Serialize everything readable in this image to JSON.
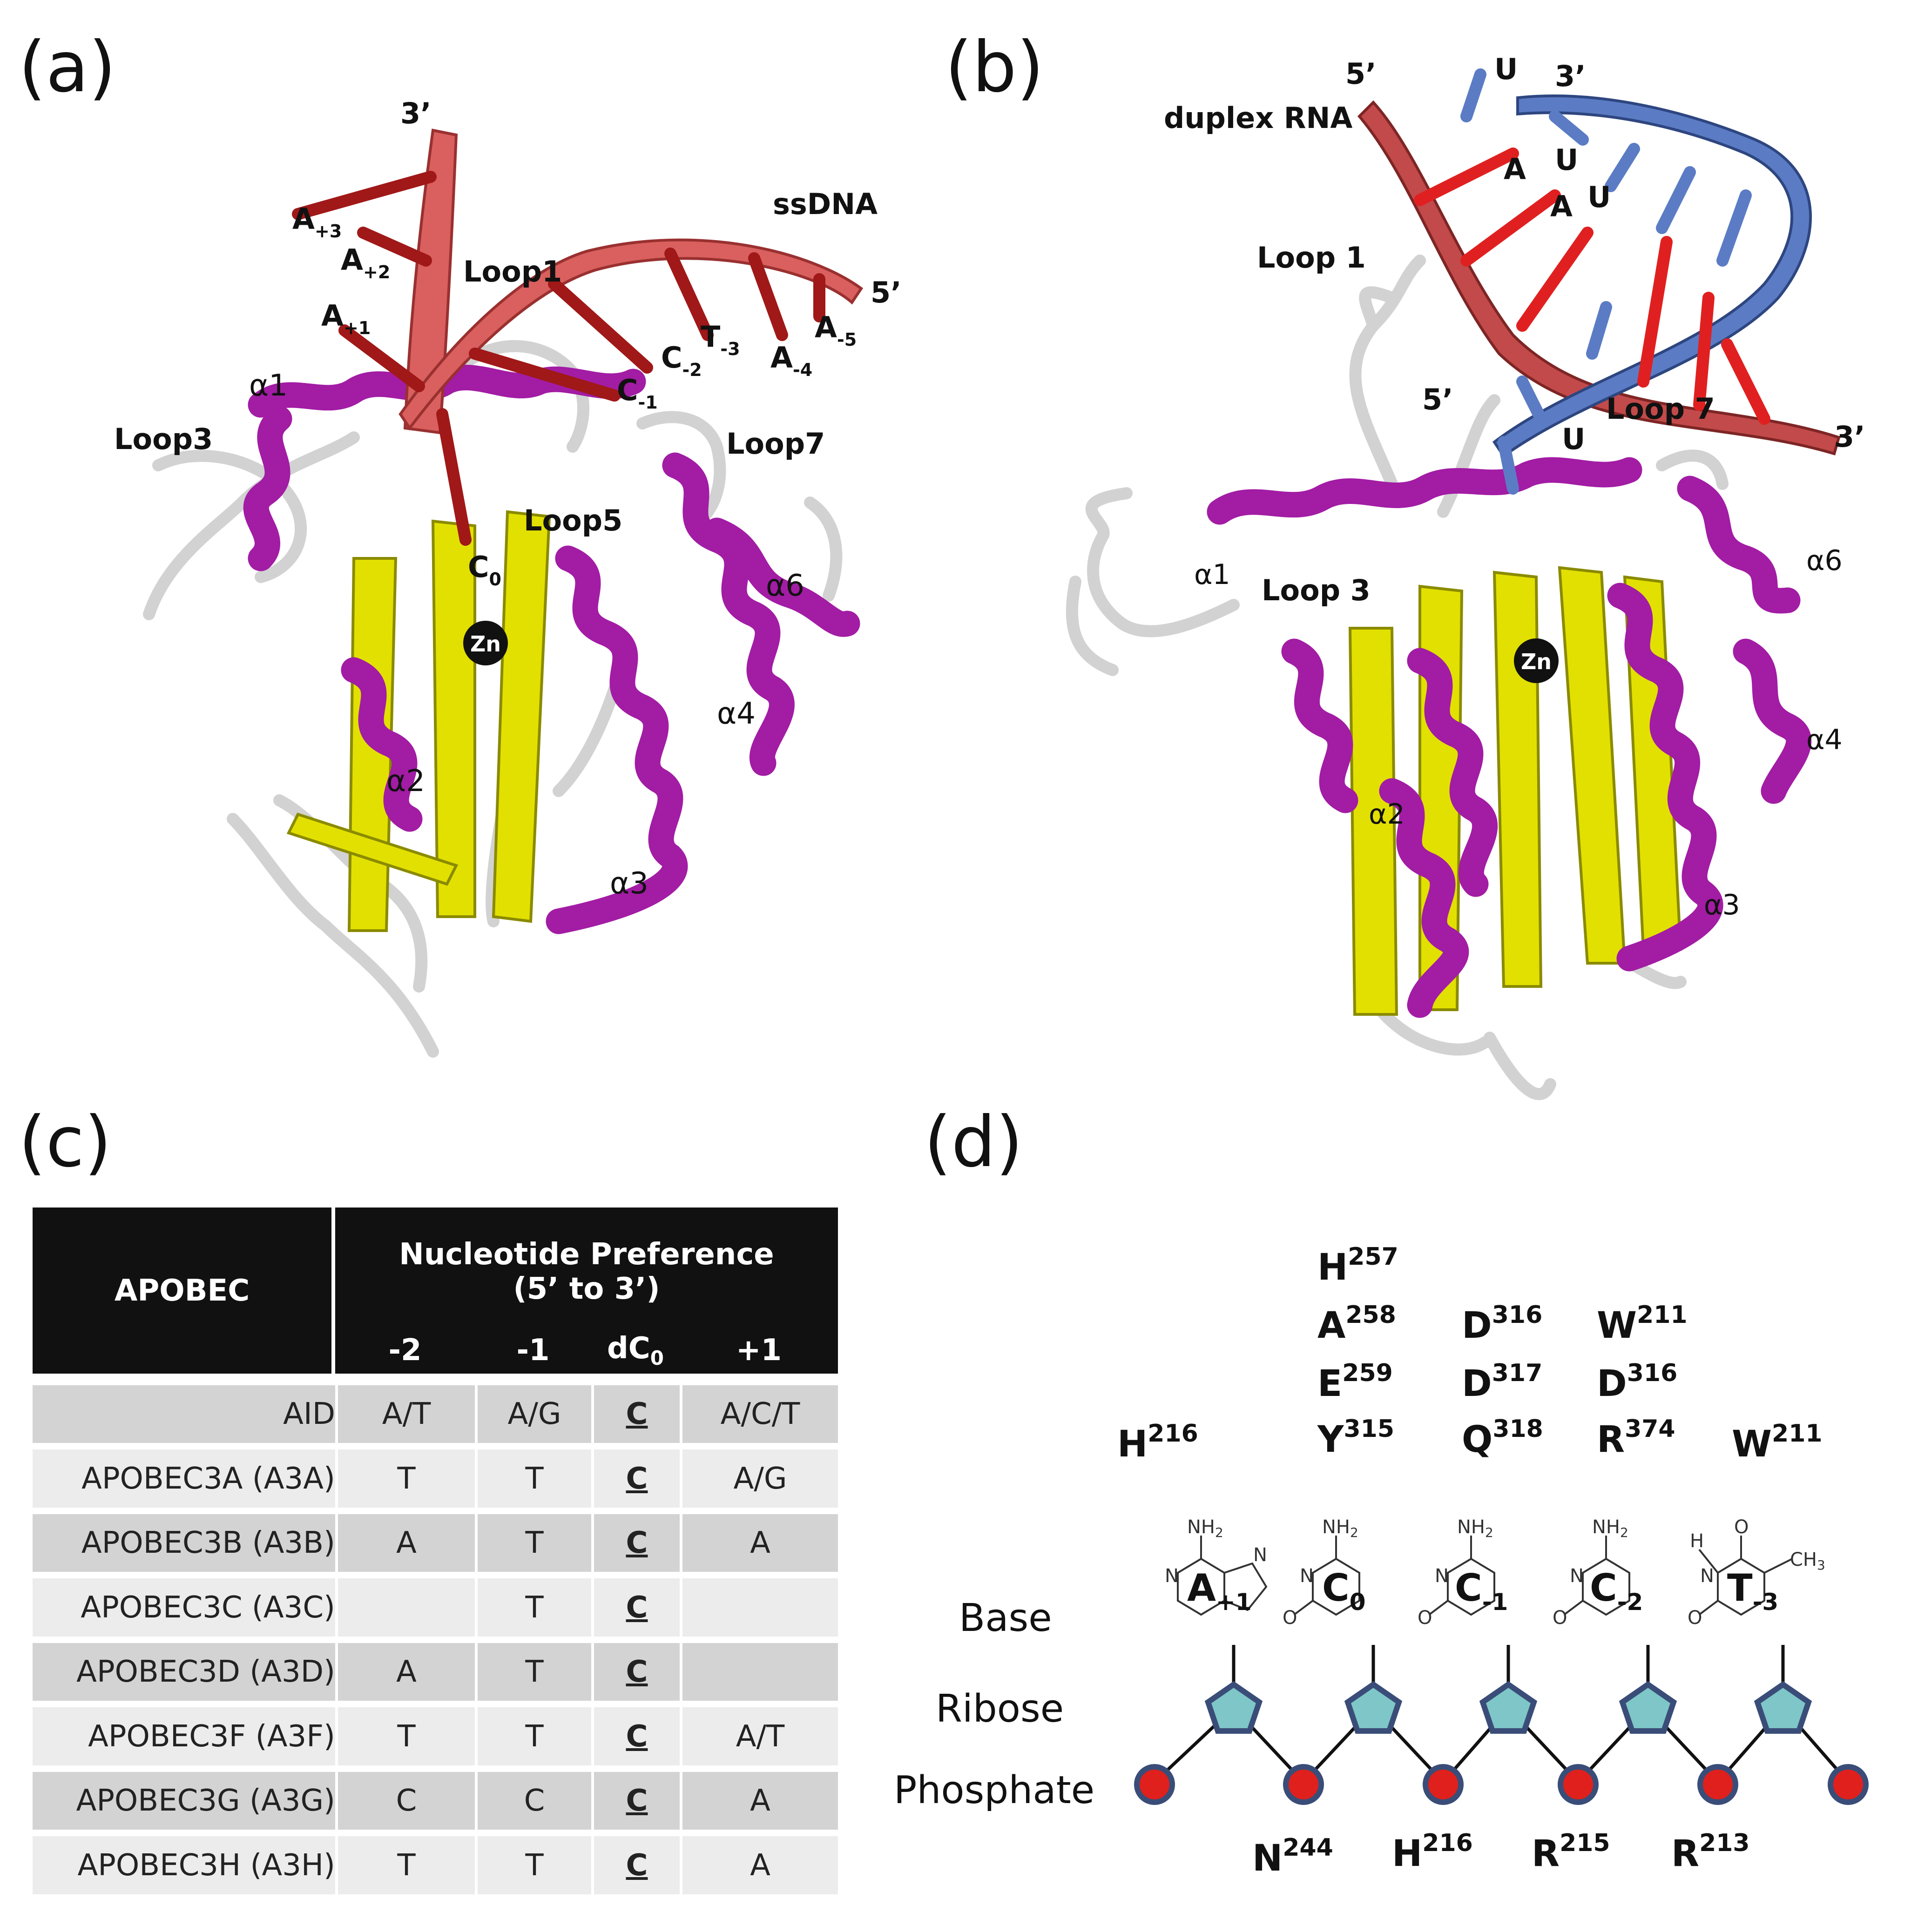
{
  "panels": {
    "a": {
      "label": "(a)",
      "strand": "ssDNA",
      "end3": "3’",
      "end5": "5’",
      "bases": [
        {
          "b": "A",
          "s": "+3"
        },
        {
          "b": "A",
          "s": "+2"
        },
        {
          "b": "A",
          "s": "+1"
        },
        {
          "b": "C",
          "s": "0"
        },
        {
          "b": "C",
          "s": "-1"
        },
        {
          "b": "C",
          "s": "-2"
        },
        {
          "b": "T",
          "s": "-3"
        },
        {
          "b": "A",
          "s": "-4"
        },
        {
          "b": "A",
          "s": "-5"
        }
      ],
      "structures": [
        "Loop1",
        "Loop3",
        "Loop5",
        "Loop7",
        "α1",
        "α2",
        "α3",
        "α4",
        "α6"
      ],
      "zinc": "Zn"
    },
    "b": {
      "label": "(b)",
      "strand": "duplex RNA",
      "ends": [
        "5’",
        "3’",
        "5’",
        "3’"
      ],
      "bases": [
        "U",
        "A",
        "U",
        "A",
        "U",
        "U"
      ],
      "structures": [
        "Loop 1",
        "Loop 3",
        "Loop 7",
        "α1",
        "α2",
        "α3",
        "α4",
        "α6"
      ],
      "zinc": "Zn"
    },
    "c": {
      "label": "(c)",
      "table": {
        "col1": "APOBEC",
        "pref_line1": "Nucleotide Preference",
        "pref_line2": "(5’ to 3’)",
        "positions": {
          "m2": "-2",
          "m1": "-1",
          "dc_base": "dC",
          "dc_sub": "0",
          "p1": "+1"
        },
        "rows": [
          {
            "name": "AID",
            "m2": "A/T",
            "m1": "A/G",
            "c": "C",
            "p1": "A/C/T"
          },
          {
            "name": "APOBEC3A (A3A)",
            "m2": "T",
            "m1": "T",
            "c": "C",
            "p1": "A/G"
          },
          {
            "name": "APOBEC3B (A3B)",
            "m2": "A",
            "m1": "T",
            "c": "C",
            "p1": "A"
          },
          {
            "name": "APOBEC3C (A3C)",
            "m2": "",
            "m1": "T",
            "c": "C",
            "p1": ""
          },
          {
            "name": "APOBEC3D (A3D)",
            "m2": "A",
            "m1": "T",
            "c": "C",
            "p1": ""
          },
          {
            "name": "APOBEC3F (A3F)",
            "m2": "T",
            "m1": "T",
            "c": "C",
            "p1": "A/T"
          },
          {
            "name": "APOBEC3G (A3G)",
            "m2": "C",
            "m1": "C",
            "c": "C",
            "p1": "A"
          },
          {
            "name": "APOBEC3H (A3H)",
            "m2": "T",
            "m1": "T",
            "c": "C",
            "p1": "A"
          }
        ]
      }
    },
    "d": {
      "label": "(d)",
      "row_labels": {
        "base": "Base",
        "ribose": "Ribose",
        "phosphate": "Phosphate"
      },
      "bases": [
        {
          "b": "A",
          "s": "+1"
        },
        {
          "b": "C",
          "s": "0"
        },
        {
          "b": "C",
          "s": "-1"
        },
        {
          "b": "C",
          "s": "-2"
        },
        {
          "b": "T",
          "s": "-3"
        }
      ],
      "groups": {
        "nh2": "NH",
        "nh2_sub": "2",
        "n": "N",
        "o": "O",
        "ch3": "CH",
        "ch3_sub": "3",
        "h": "H"
      },
      "residues_top": [
        {
          "r": "H",
          "n": "257"
        },
        {
          "r": "A",
          "n": "258"
        },
        {
          "r": "E",
          "n": "259"
        },
        {
          "r": "Y",
          "n": "315"
        },
        {
          "r": "D",
          "n": "316"
        },
        {
          "r": "D",
          "n": "317"
        },
        {
          "r": "Q",
          "n": "318"
        },
        {
          "r": "W",
          "n": "211"
        },
        {
          "r": "D",
          "n": "316"
        },
        {
          "r": "R",
          "n": "374"
        },
        {
          "r": "H",
          "n": "216"
        },
        {
          "r": "W",
          "n": "211"
        }
      ],
      "residues_bottom": [
        {
          "r": "N",
          "n": "244"
        },
        {
          "r": "H",
          "n": "216"
        },
        {
          "r": "R",
          "n": "215"
        },
        {
          "r": "R",
          "n": "213"
        }
      ]
    }
  },
  "colors": {
    "helix": "#a21ca4",
    "strand": "#e8e800",
    "coil": "#d8d8d8",
    "dna": "#d9605e",
    "base_red": "#c0181a",
    "rna_blue": "#5b7cc4",
    "ribose": "#7ec6c8",
    "phosphate": "#e0201c",
    "outline": "#3a4d78"
  }
}
